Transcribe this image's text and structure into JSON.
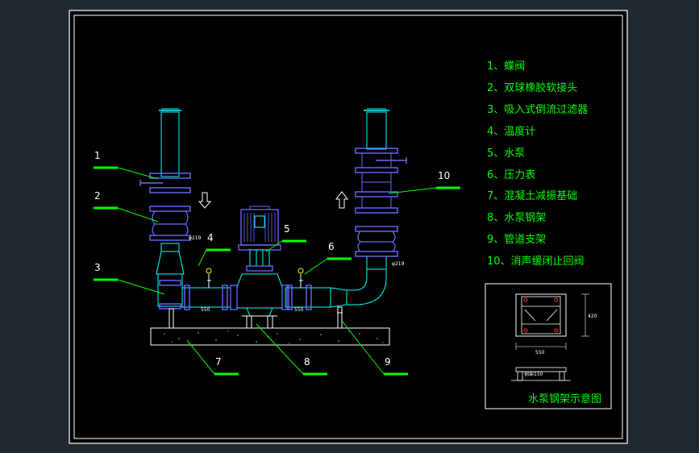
{
  "legend": [
    "1、蝶阀",
    "2、双球橡胶软接头",
    "3、吸入式倒流过滤器",
    "4、温度计",
    "5、水泵",
    "6、压力表",
    "7、混凝土减振基础",
    "8、水泵钢架",
    "9、管道支架",
    "10、消声缓闭止回阀"
  ],
  "callouts": [
    "1",
    "2",
    "3",
    "4",
    "5",
    "6",
    "7",
    "8",
    "9",
    "10"
  ],
  "pipe_labels": {
    "left": "φ219",
    "right": "φ219"
  },
  "dim_labels": {
    "left": "550",
    "right": "550",
    "frame_w": "550",
    "frame_h": "420",
    "frame_small": "钢架150"
  },
  "inset_caption": "水泵钢架示意图",
  "colors": {
    "background": "#000000",
    "frame": "#ffffff",
    "pipe": "#00ffff",
    "flange": "#6a6aff",
    "leader": "#00ff00",
    "callout_text": "#ffffff",
    "legend_text": "#00ff00",
    "gauge": "#ffff00",
    "valve_handle": "#6a6aff"
  }
}
